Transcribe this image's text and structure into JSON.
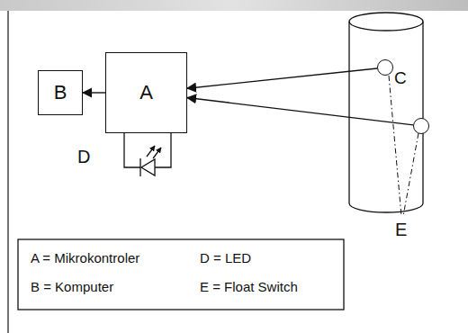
{
  "diagram": {
    "nodes": [
      {
        "text": [
          "B"
        ]
      },
      {
        "text": [
          "A"
        ]
      },
      {
        "text": [
          "C"
        ]
      },
      {
        "text": []
      }
    ],
    "edges": [
      {
        "from": 1,
        "to": 0,
        "arrow": "to"
      },
      {
        "from": 2,
        "to": 1,
        "arrow": "to"
      },
      {
        "from": 3,
        "to": 1,
        "arrow": "to"
      }
    ],
    "labels": [
      "D",
      "E",
      "A = Mikrokontroler",
      "D = LED",
      "B = Komputer",
      "E = Float Switch"
    ]
  }
}
